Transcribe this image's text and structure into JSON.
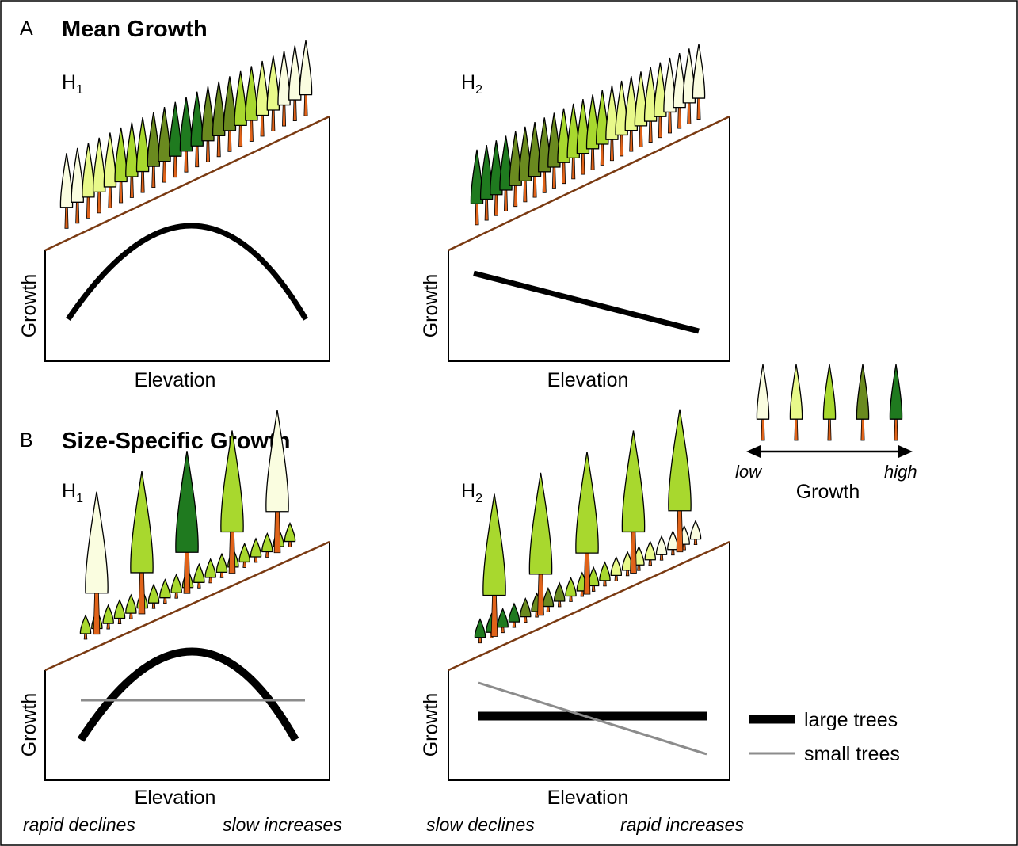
{
  "panel_a": {
    "letter": "A",
    "title": "Mean Growth",
    "h1": {
      "label": "H",
      "sub": "1",
      "xlabel": "Elevation",
      "ylabel": "Growth",
      "mean_curve": "hump",
      "tree_growth_levels": [
        1,
        1,
        2,
        2,
        2,
        3,
        3,
        3,
        4,
        4,
        5,
        5,
        5,
        4,
        4,
        4,
        3,
        3,
        2,
        2,
        1,
        1,
        1
      ]
    },
    "h2": {
      "label": "H",
      "sub": "2",
      "xlabel": "Elevation",
      "ylabel": "Growth",
      "mean_curve": "decline",
      "tree_growth_levels": [
        5,
        5,
        5,
        5,
        4,
        4,
        4,
        4,
        4,
        3,
        3,
        3,
        3,
        3,
        2,
        2,
        2,
        2,
        2,
        2,
        1,
        1,
        1,
        1
      ]
    }
  },
  "panel_b": {
    "letter": "B",
    "title": "Size-Specific Growth",
    "h1": {
      "label": "H",
      "sub": "1",
      "xlabel": "Elevation",
      "ylabel": "Growth",
      "large_curve": "hump",
      "small_curve": "flat",
      "large_tree_levels": [
        1,
        3,
        5,
        3,
        1
      ],
      "small_tree_levels": [
        3,
        3,
        3,
        3,
        3,
        3,
        3,
        3,
        3,
        3,
        3,
        3,
        3,
        3,
        3,
        3,
        3,
        3,
        3
      ],
      "caption_left": "rapid declines",
      "caption_right": "slow increases"
    },
    "h2": {
      "label": "H",
      "sub": "2",
      "xlabel": "Elevation",
      "ylabel": "Growth",
      "large_curve": "flat",
      "small_curve": "decline",
      "large_tree_levels": [
        3,
        3,
        3,
        3,
        3
      ],
      "small_tree_levels": [
        5,
        5,
        5,
        5,
        4,
        4,
        4,
        4,
        3,
        3,
        3,
        3,
        2,
        2,
        2,
        2,
        1,
        1,
        1,
        1
      ],
      "caption_left": "slow declines",
      "caption_right": "rapid increases"
    }
  },
  "growth_legend": {
    "title": "Growth",
    "low_label": "low",
    "high_label": "high",
    "levels": [
      1,
      2,
      3,
      4,
      5
    ]
  },
  "size_legend": {
    "large_label": "large trees",
    "small_label": "small trees"
  },
  "colors": {
    "growth_1": "#fafde0",
    "growth_2": "#e8f98a",
    "growth_3": "#a8d82e",
    "growth_4": "#6a8a1f",
    "growth_5": "#1f7a1f",
    "trunk": "#e0631a",
    "slope": "#7a3a12",
    "large_line": "#000000",
    "small_line": "#8c8c8c"
  }
}
